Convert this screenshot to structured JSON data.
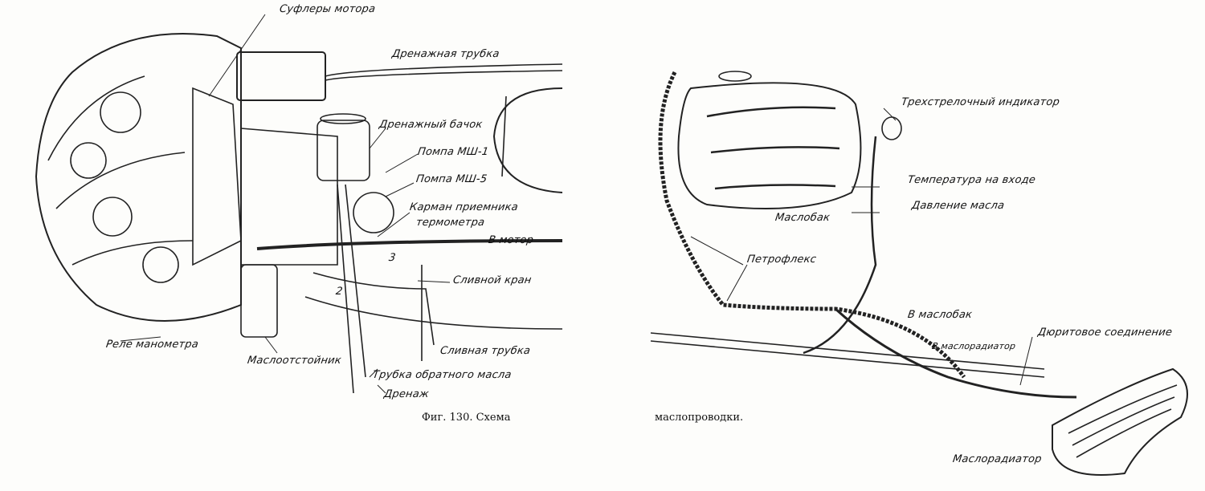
{
  "left_figure": {
    "labels": {
      "breathers": "Суфлеры мотора",
      "drain_tube": "Дренажная трубка",
      "drain_tank": "Дренажный бачок",
      "pump_1": "Помпа МШ-1",
      "pump_5": "Помпа МШ-5",
      "thermo_pocket_1": "Карман приемника",
      "thermo_pocket_2": "термометра",
      "to_engine": "В мотор",
      "num_3": "3",
      "drain_valve": "Сливной кран",
      "num_2": "2",
      "gauge_relay": "Реле манометра",
      "sump": "Маслоотстойник",
      "drain_pipe": "Сливная трубка",
      "return_tube": "Трубка обратного масла",
      "drainage": "Дренаж"
    }
  },
  "right_figure": {
    "labels": {
      "indicator": "Трехстрелочный индикатор",
      "oil_tank": "Маслобак",
      "inlet_temp": "Температура на входе",
      "oil_pressure": "Давление масла",
      "petroflex": "Петрофлекс",
      "to_tank": "В маслобак",
      "durite": "Дюритовое соединение",
      "to_radiator": "В маслорадиатор",
      "radiator": "Маслорадиатор"
    }
  },
  "caption": {
    "left": "Фиг. 130.  Схема",
    "right": "маслопроводки."
  }
}
